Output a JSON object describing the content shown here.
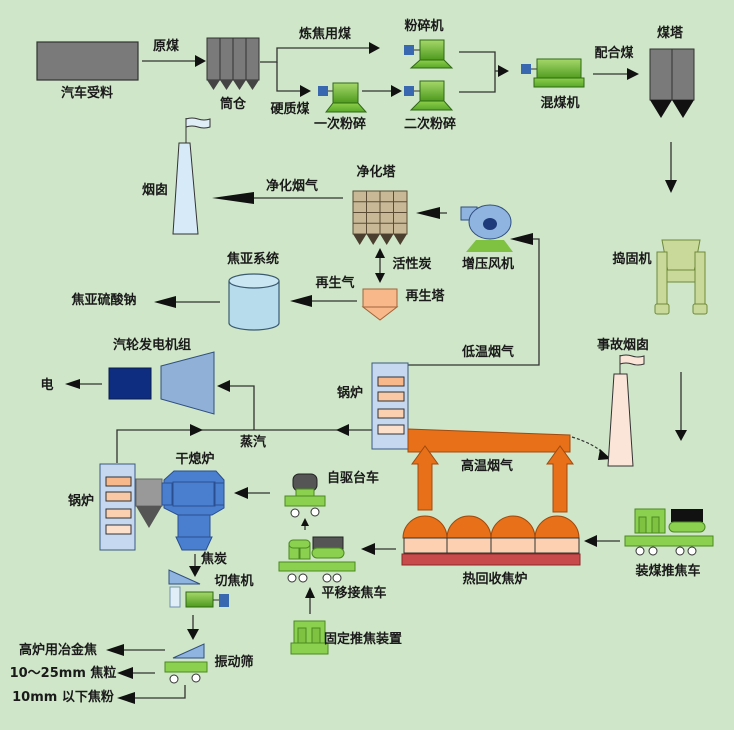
{
  "title": "热回收焦炉工艺流程图",
  "colors": {
    "background": "#cfe6c9",
    "silo_gray": "#7a7a7a",
    "machine_green": "#7fc241",
    "motor_blue": "#3a68b0",
    "hot_gas_orange": "#e87018",
    "oven_base_red": "#c94a4a",
    "boiler_blue": "#c6d8f0"
  },
  "labels": {
    "truck_unloading": "汽车受料",
    "raw_coal": "原煤",
    "silo": "筒仓",
    "coking_coal": "炼焦用煤",
    "hard_coal": "硬质煤",
    "crusher": "粉碎机",
    "primary_crush": "一次粉碎",
    "secondary_crush": "二次粉碎",
    "mixer": "混煤机",
    "blended_coal": "配合煤",
    "coal_tower": "煤塔",
    "chimney": "烟囱",
    "clean_flue_gas": "净化烟气",
    "purify_tower": "净化塔",
    "booster_fan": "增压风机",
    "activated_carbon": "活性炭",
    "regen_tower": "再生塔",
    "regen_gas": "再生气",
    "sulfite_system": "焦亚系统",
    "sodium_metabisulfite": "焦亚硫酸钠",
    "stamping_machine": "捣固机",
    "turbine_generator": "汽轮发电机组",
    "electricity": "电",
    "boiler_top": "锅炉",
    "low_temp_gas": "低温烟气",
    "emergency_chimney": "事故烟囱",
    "steam": "蒸汽",
    "boiler_left": "锅炉",
    "dry_quench": "干熄炉",
    "self_driven_car": "自驱台车",
    "high_temp_gas": "高温烟气",
    "coke": "焦炭",
    "coke_cutter": "切焦机",
    "transfer_car": "平移接焦车",
    "heat_recovery_oven": "热回收焦炉",
    "charging_pushing_car": "装煤推焦车",
    "fixed_pusher": "固定推焦装置",
    "vibrating_screen": "振动筛",
    "bf_coke": "高炉用冶金焦",
    "coke_granule": "10～25mm 焦粒",
    "coke_powder": "10mm 以下焦粉"
  }
}
